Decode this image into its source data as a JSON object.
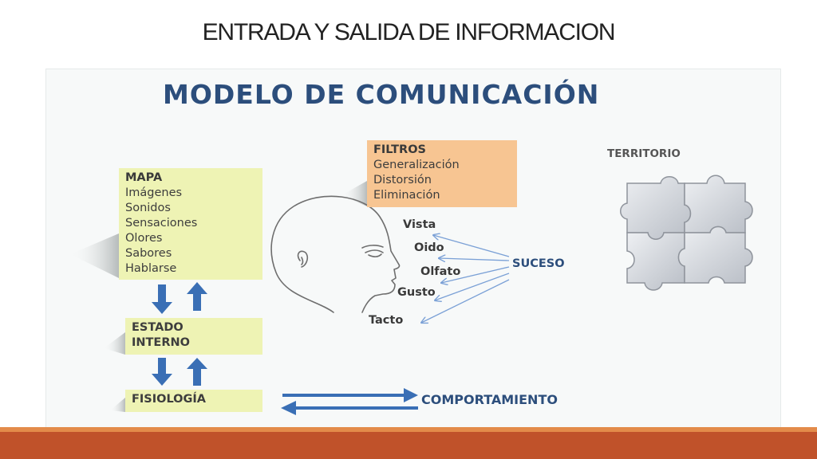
{
  "slide": {
    "title": "ENTRADA Y SALIDA DE INFORMACION"
  },
  "diagram": {
    "heading": "MODELO DE COMUNICACIÓN",
    "mapa": {
      "title": "MAPA",
      "items": [
        "Imágenes",
        "Sonidos",
        "Sensaciones",
        "Olores",
        "Sabores",
        "Hablarse"
      ]
    },
    "filtros": {
      "title": "FILTROS",
      "items": [
        "Generalización",
        "Distorsión",
        "Eliminación"
      ]
    },
    "senses": [
      "Vista",
      "Oido",
      "Olfato",
      "Gusto",
      "Tacto"
    ],
    "suceso": "SUCESO",
    "territorio": "TERRITORIO",
    "estado": [
      "ESTADO",
      "INTERNO"
    ],
    "fisiologia": "FISIOLOGÍA",
    "comportamiento": "COMPORTAMIENTO"
  },
  "colors": {
    "accent_bar": "#c0522a",
    "accent_stripe": "#e38b4a",
    "heading_blue": "#2c4e7c",
    "arrow_blue": "#3a6fb5",
    "box_yellow": "#eef3b4",
    "box_orange": "#f7c592"
  }
}
